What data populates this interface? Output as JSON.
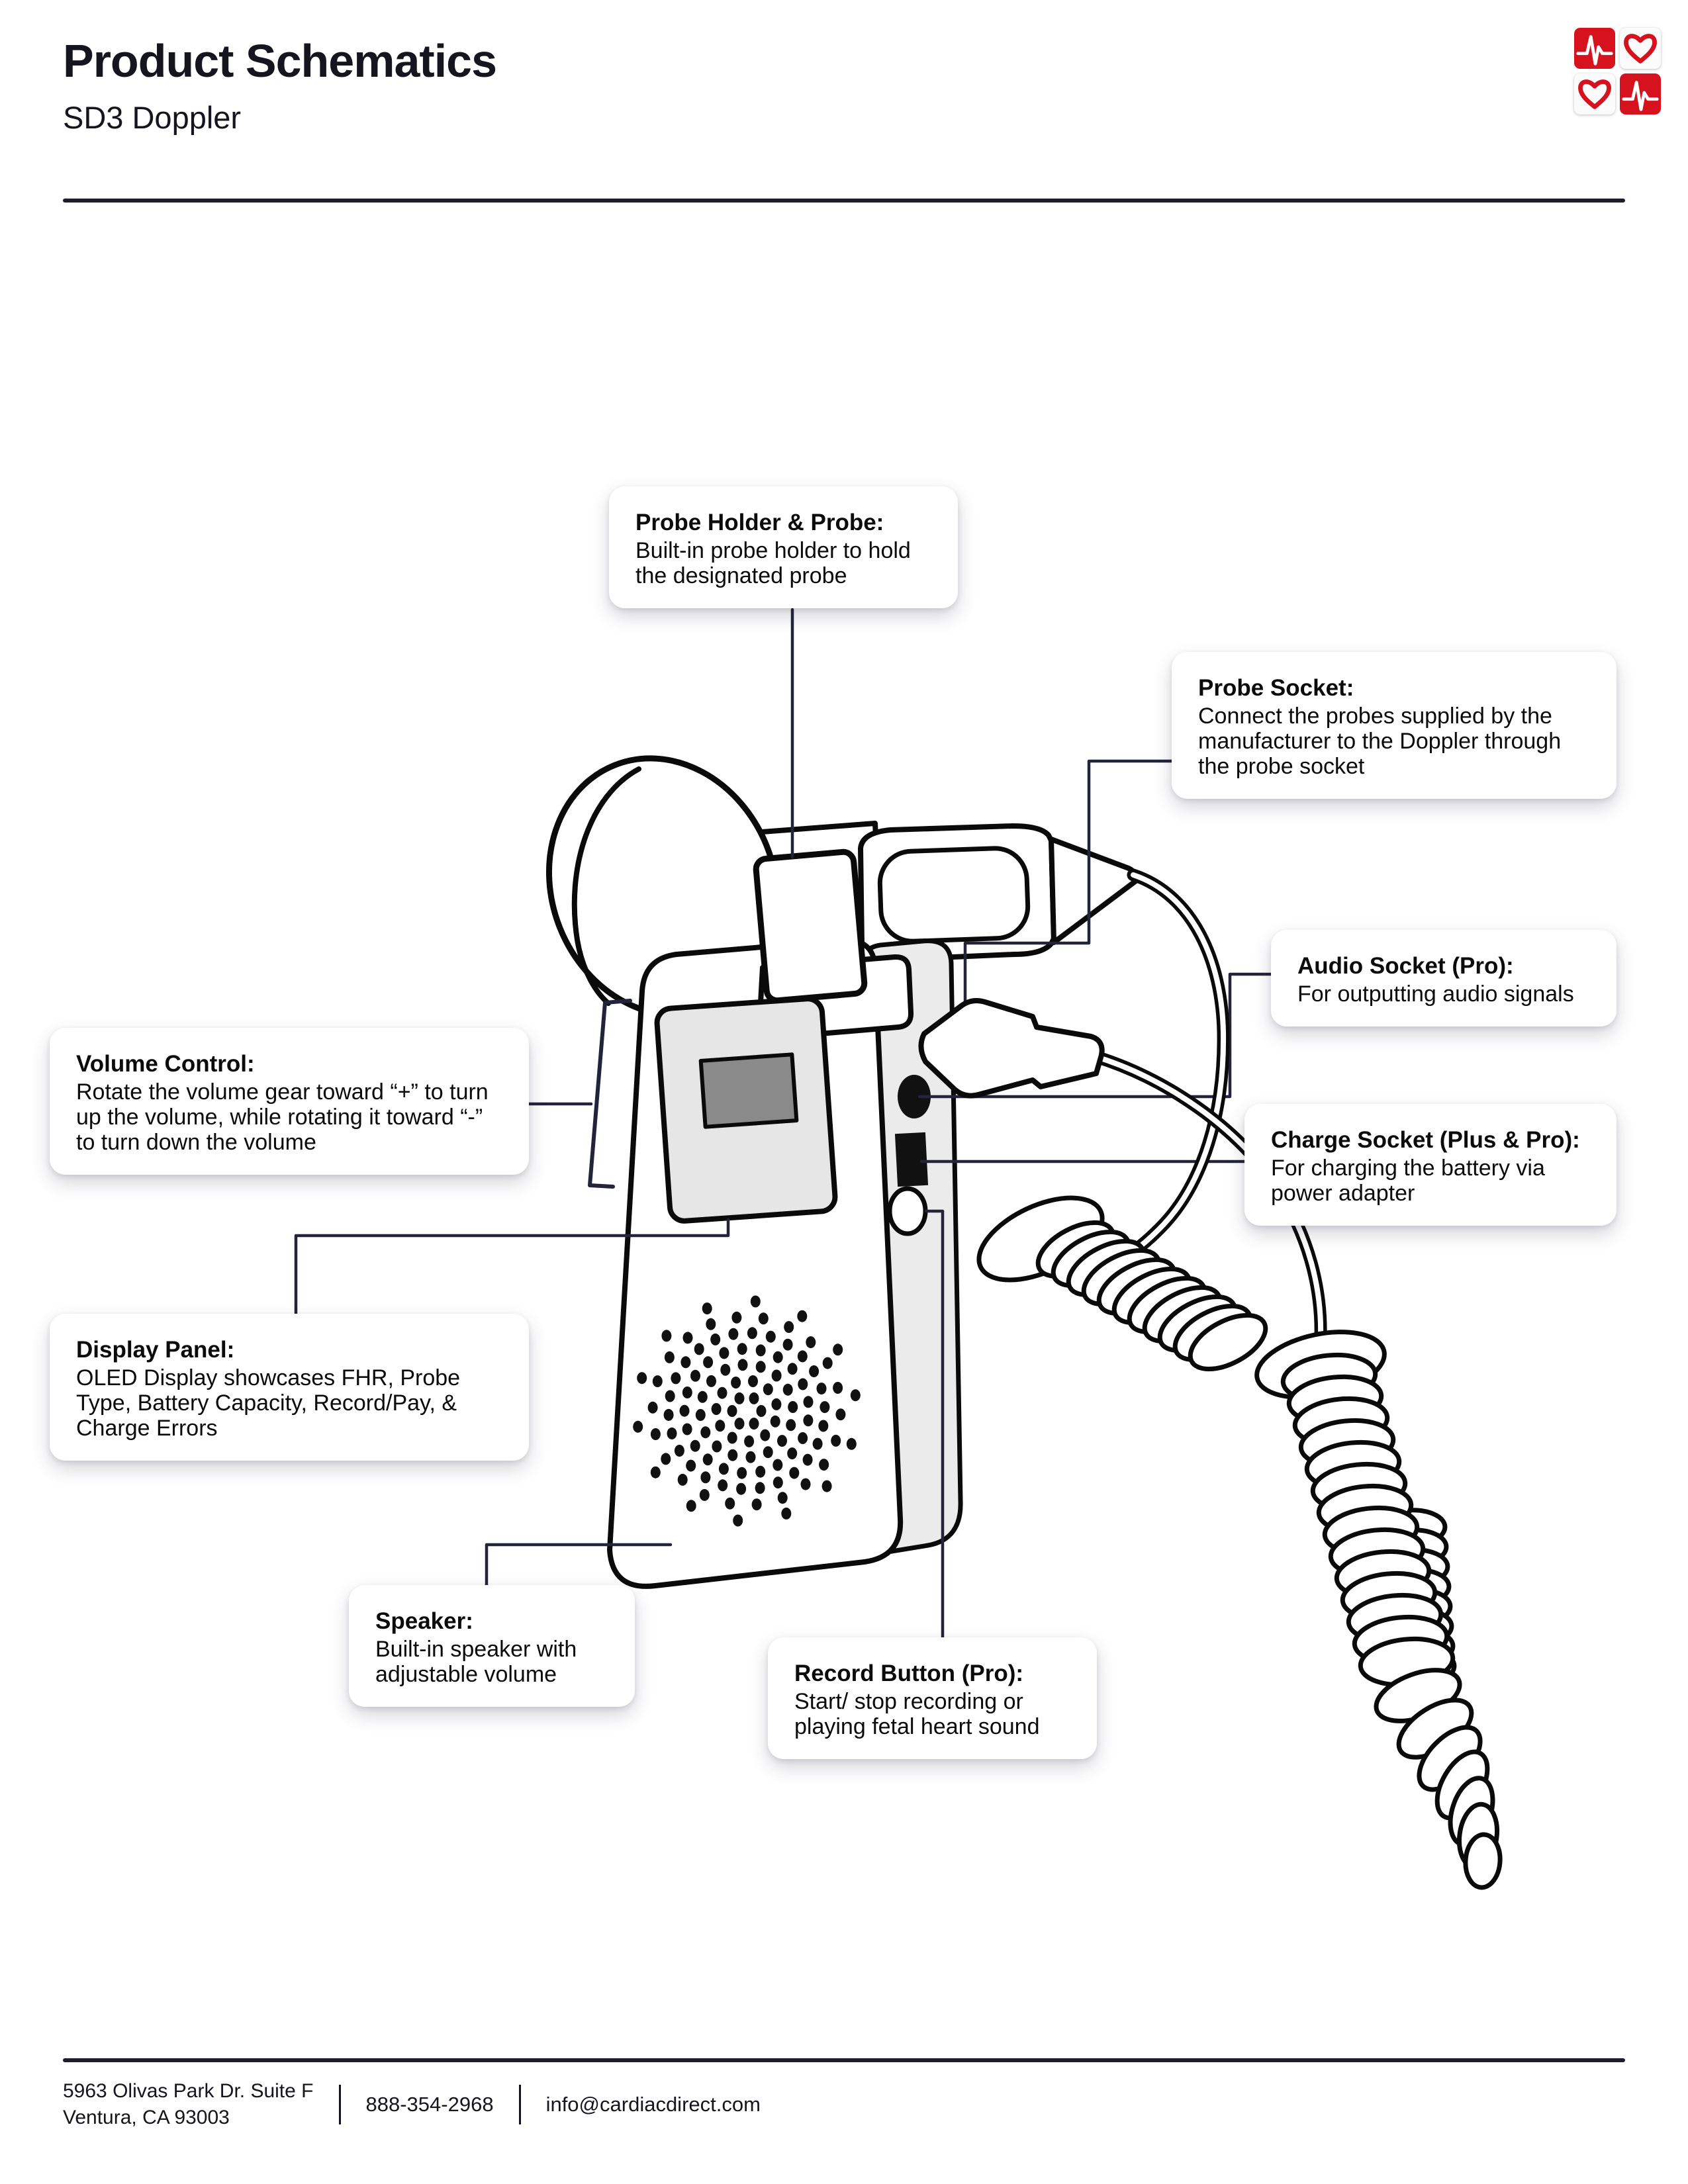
{
  "header": {
    "title": "Product Schematics",
    "subtitle": "SD3 Doppler"
  },
  "logo": {
    "tiles": [
      "ekg",
      "heart",
      "heart",
      "ekg"
    ]
  },
  "callouts": {
    "probe_holder": {
      "title": "Probe Holder & Probe:",
      "body": "Built-in probe holder to hold the designated probe"
    },
    "probe_socket": {
      "title": "Probe Socket:",
      "body": "Connect the probes supplied by the manufacturer to the Doppler through the probe socket"
    },
    "audio_socket": {
      "title": "Audio Socket (Pro):",
      "body": "For outputting audio signals"
    },
    "charge_socket": {
      "title": "Charge Socket (Plus & Pro):",
      "body": "For charging the battery via power adapter"
    },
    "volume_control": {
      "title": "Volume Control:",
      "body": "Rotate the volume gear toward “+” to turn up the volume, while rotating it toward “-” to turn down the volume"
    },
    "display_panel": {
      "title": "Display Panel:",
      "body": "OLED Display showcases FHR, Probe Type, Battery Capacity, Record/Pay, & Charge Errors"
    },
    "speaker": {
      "title": "Speaker:",
      "body": "Built-in speaker with adjustable volume"
    },
    "record_button": {
      "title": "Record Button (Pro):",
      "body": "Start/ stop recording or playing fetal heart sound"
    }
  },
  "footer": {
    "address_line1": "5963 Olivas Park Dr. Suite F",
    "address_line2": "Ventura, CA 93003",
    "phone": "888-354-2968",
    "email": "info@cardiacdirect.com"
  },
  "colors": {
    "accent_red": "#d6121f",
    "leader_line": "#23233a",
    "ink": "#15151f"
  }
}
